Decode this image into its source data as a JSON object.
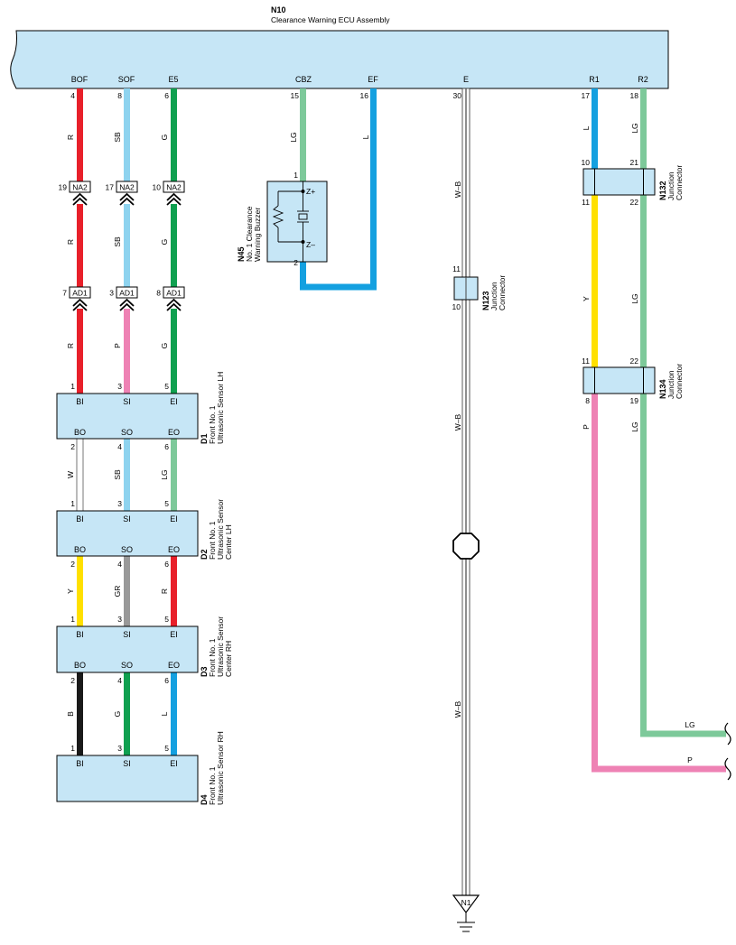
{
  "ecu": {
    "code": "N10",
    "name": "Clearance Warning ECU Assembly",
    "terminals": [
      {
        "name": "BOF",
        "pin": "4"
      },
      {
        "name": "SOF",
        "pin": "8"
      },
      {
        "name": "E5",
        "pin": "6"
      },
      {
        "name": "CBZ",
        "pin": "15"
      },
      {
        "name": "EF",
        "pin": "16"
      },
      {
        "name": "E",
        "pin": "30"
      },
      {
        "name": "R1",
        "pin": "17"
      },
      {
        "name": "R2",
        "pin": "18"
      }
    ]
  },
  "colors": {
    "R": "#e8202a",
    "SB": "#8ed3ef",
    "G": "#10a050",
    "LG": "#7dc99a",
    "L": "#14a0e0",
    "W": "#ffffff",
    "P": "#ee82b4",
    "Y": "#ffe000",
    "GR": "#999999",
    "B": "#1a1a1a",
    "box": "#c6e6f6"
  },
  "wire_codes": {
    "c1": [
      "R",
      "R",
      "R"
    ],
    "c2": [
      "SB",
      "SB",
      "P"
    ],
    "c3": [
      "G",
      "G",
      "G"
    ],
    "cbz": "LG",
    "ef": "L",
    "ground": [
      "W–B",
      "W–B",
      "W–B"
    ],
    "r1": [
      "L",
      "Y",
      "P"
    ],
    "r2": [
      "LG",
      "LG",
      "LG"
    ],
    "d1_d2": [
      "W",
      "SB",
      "LG"
    ],
    "d2_d3": [
      "Y",
      "GR",
      "R"
    ],
    "d3_d4": [
      "B",
      "G",
      "L"
    ]
  },
  "connectors": {
    "na2": {
      "label": "NA2",
      "pins": [
        "19",
        "17",
        "10"
      ]
    },
    "ad1": {
      "label": "AD1",
      "pins": [
        "7",
        "3",
        "8"
      ]
    }
  },
  "buzzer": {
    "code": "N45",
    "name_lines": [
      "No. 1 Clearance",
      "Warning Buzzer"
    ],
    "pin_top": "1",
    "pin_bottom": "2",
    "z_plus": "Z+",
    "z_minus": "Z–"
  },
  "junctions": {
    "n123": {
      "code": "N123",
      "name_lines": [
        "Junction",
        "Connector"
      ],
      "pin_top": "11",
      "pin_bottom": "10"
    },
    "n132": {
      "code": "N132",
      "name_lines": [
        "Junction",
        "Connector"
      ],
      "pins": [
        "10",
        "21",
        "11",
        "22"
      ]
    },
    "n134": {
      "code": "N134",
      "name_lines": [
        "Junction",
        "Connector"
      ],
      "pins": [
        "11",
        "22",
        "8",
        "19"
      ]
    }
  },
  "sensors": [
    {
      "code": "D1",
      "name_lines": [
        "Front No. 1",
        "Ultrasonic Sensor LH"
      ],
      "top_terms": [
        "BI",
        "SI",
        "EI"
      ],
      "bottom_terms": [
        "BO",
        "SO",
        "EO"
      ],
      "top_pins": [
        "1",
        "3",
        "5"
      ],
      "bottom_pins": [
        "2",
        "4",
        "6"
      ]
    },
    {
      "code": "D2",
      "name_lines": [
        "Front No. 1",
        "Ultrasonic Sensor",
        "Center LH"
      ],
      "top_terms": [
        "BI",
        "SI",
        "EI"
      ],
      "bottom_terms": [
        "BO",
        "SO",
        "EO"
      ],
      "top_pins": [
        "1",
        "3",
        "5"
      ],
      "bottom_pins": [
        "2",
        "4",
        "6"
      ]
    },
    {
      "code": "D3",
      "name_lines": [
        "Front No. 1",
        "Ultrasonic Sensor",
        "Center RH"
      ],
      "top_terms": [
        "BI",
        "SI",
        "EI"
      ],
      "bottom_terms": [
        "BO",
        "SO",
        "EO"
      ],
      "top_pins": [
        "1",
        "3",
        "5"
      ],
      "bottom_pins": [
        "2",
        "4",
        "6"
      ]
    },
    {
      "code": "D4",
      "name_lines": [
        "Front No. 1",
        "Ultrasonic Sensor RH"
      ],
      "top_terms": [
        "BI",
        "SI",
        "EI"
      ],
      "bottom_terms": [],
      "top_pins": [
        "1",
        "3",
        "5"
      ],
      "bottom_pins": []
    }
  ],
  "ground": {
    "label": "N1"
  },
  "exits": {
    "lg": "LG",
    "p": "P"
  }
}
